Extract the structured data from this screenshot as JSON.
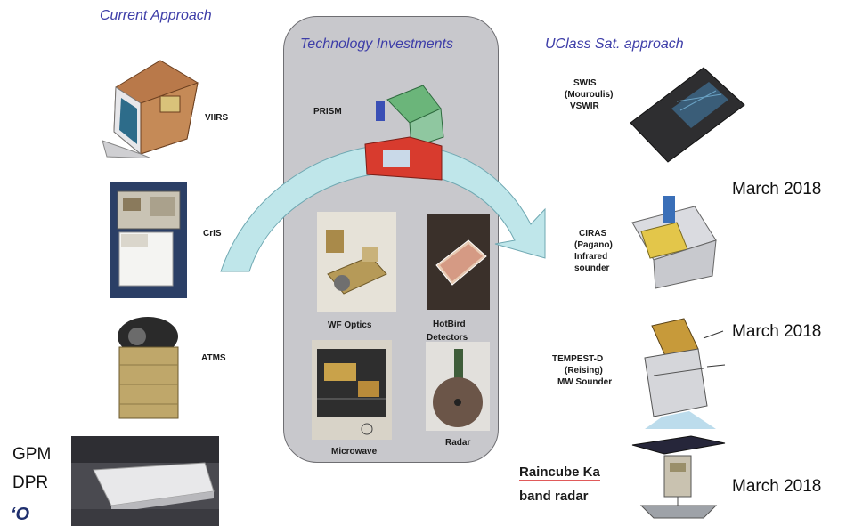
{
  "headers": {
    "current": "Current Approach",
    "tech": "Technology Investments",
    "uclass": "UClass Sat. approach"
  },
  "current": {
    "viirs": "VIIRS",
    "cris": "CrIS",
    "atms": "ATMS",
    "gpm_line1": "GPM",
    "gpm_line2": "DPR"
  },
  "tech": {
    "prism": "PRISM",
    "wf_optics": "WF Optics",
    "hotbird_line1": "HotBird",
    "hotbird_line2": "Detectors",
    "microwave": "Microwave",
    "radar": "Radar"
  },
  "uclass": {
    "swis_line1": "SWIS",
    "swis_line2": "(Mouroulis)",
    "swis_line3": "VSWIR",
    "ciras_line1": "CIRAS",
    "ciras_line2": "(Pagano)",
    "ciras_line3": "Infrared",
    "ciras_line4": "sounder",
    "tempest_line1": "TEMPEST-D",
    "tempest_line2": "(Reising)",
    "tempest_line3": "MW Sounder",
    "raincube_line1": "Raincube Ka",
    "raincube_line2": "band radar"
  },
  "dates": {
    "ciras": "March 2018",
    "tempest": "March 2018",
    "raincube": "March 2018"
  },
  "colors": {
    "header": "#3d3da8",
    "panel": "#c8c8cc",
    "arrow": "#bfe6ea",
    "raincube_underline": "#e05a5a"
  }
}
